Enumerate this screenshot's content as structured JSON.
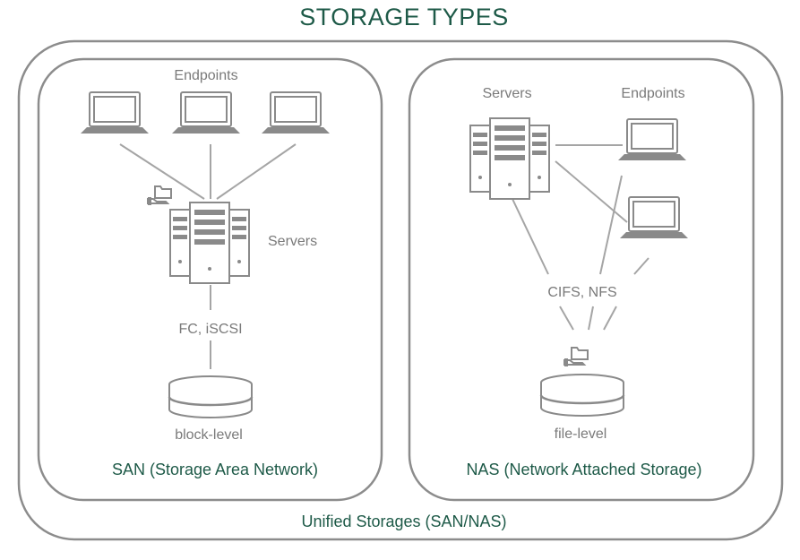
{
  "title": "STORAGE TYPES",
  "unified_label": "Unified Storages (SAN/NAS)",
  "san": {
    "caption": "SAN (Storage Area Network)",
    "endpoints_label": "Endpoints",
    "servers_label": "Servers",
    "protocol_label": "FC, iSCSI",
    "storage_label": "block-level",
    "icons": [
      "laptop-icon",
      "server-icon",
      "folder-share-icon",
      "disk-storage-icon"
    ]
  },
  "nas": {
    "caption": "NAS (Network Attached Storage)",
    "servers_label": "Servers",
    "endpoints_label": "Endpoints",
    "protocol_label": "CIFS, NFS",
    "storage_label": "file-level",
    "icons": [
      "server-icon",
      "laptop-icon",
      "folder-share-icon",
      "disk-storage-icon"
    ]
  },
  "colors": {
    "accent": "#1e5a48",
    "line": "#a5a5a5",
    "icon": "#8a8a8a",
    "label": "#7a7a7a"
  }
}
